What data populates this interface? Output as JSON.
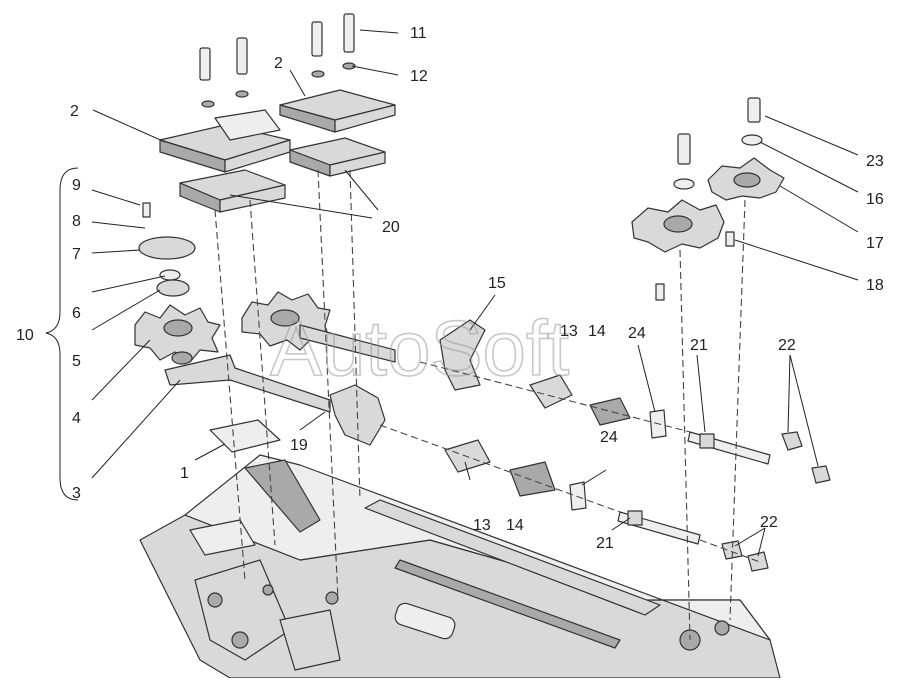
{
  "watermark": "AutoSoft",
  "callouts": {
    "c1": "1",
    "c2a": "2",
    "c2b": "2",
    "c3": "3",
    "c4": "4",
    "c5": "5",
    "c6": "6",
    "c7": "7",
    "c8": "8",
    "c9": "9",
    "c10": "10",
    "c11": "11",
    "c12": "12",
    "c13a": "13",
    "c13b": "13",
    "c14a": "14",
    "c14b": "14",
    "c15": "15",
    "c16": "16",
    "c17": "17",
    "c18": "18",
    "c19": "19",
    "c20": "20",
    "c21a": "21",
    "c21b": "21",
    "c22a": "22",
    "c22b": "22",
    "c23": "23",
    "c24a": "24",
    "c24b": "24"
  }
}
